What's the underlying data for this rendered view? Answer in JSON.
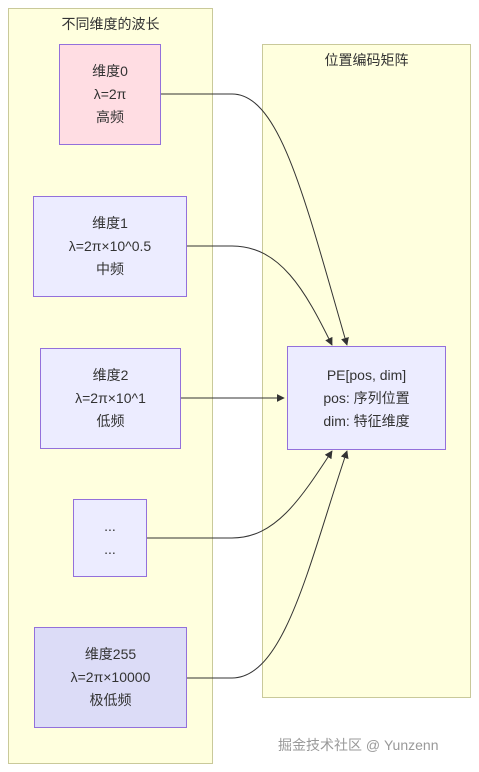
{
  "colors": {
    "group_fill": "#ffffde",
    "group_border": "#c9c99a",
    "node_fill": "#ececff",
    "node_border": "#9370db",
    "node_high_fill": "#ffdde3",
    "node_low_fill": "#dcdcf7",
    "edge": "#333333"
  },
  "left_group": {
    "title": "不同维度的波长"
  },
  "right_group": {
    "title": "位置编码矩阵"
  },
  "nodes": {
    "dim0": {
      "line1": "维度0",
      "line2": "λ=2π",
      "line3": "高频"
    },
    "dim1": {
      "line1": "维度1",
      "line2": "λ=2π×10^0.5",
      "line3": "中频"
    },
    "dim2": {
      "line1": "维度2",
      "line2": "λ=2π×10^1",
      "line3": "低频"
    },
    "dots": {
      "line1": "...",
      "line2": "..."
    },
    "dim255": {
      "line1": "维度255",
      "line2": "λ=2π×10000",
      "line3": "极低频"
    },
    "pe": {
      "line1": "PE[pos, dim]",
      "line2": "pos: 序列位置",
      "line3": "dim: 特征维度"
    }
  },
  "edges": [
    {
      "from": "dim0",
      "to": "pe"
    },
    {
      "from": "dim1",
      "to": "pe"
    },
    {
      "from": "dim2",
      "to": "pe"
    },
    {
      "from": "dots",
      "to": "pe"
    },
    {
      "from": "dim255",
      "to": "pe"
    }
  ],
  "watermark": "掘金技术社区 @ Yunzenn"
}
